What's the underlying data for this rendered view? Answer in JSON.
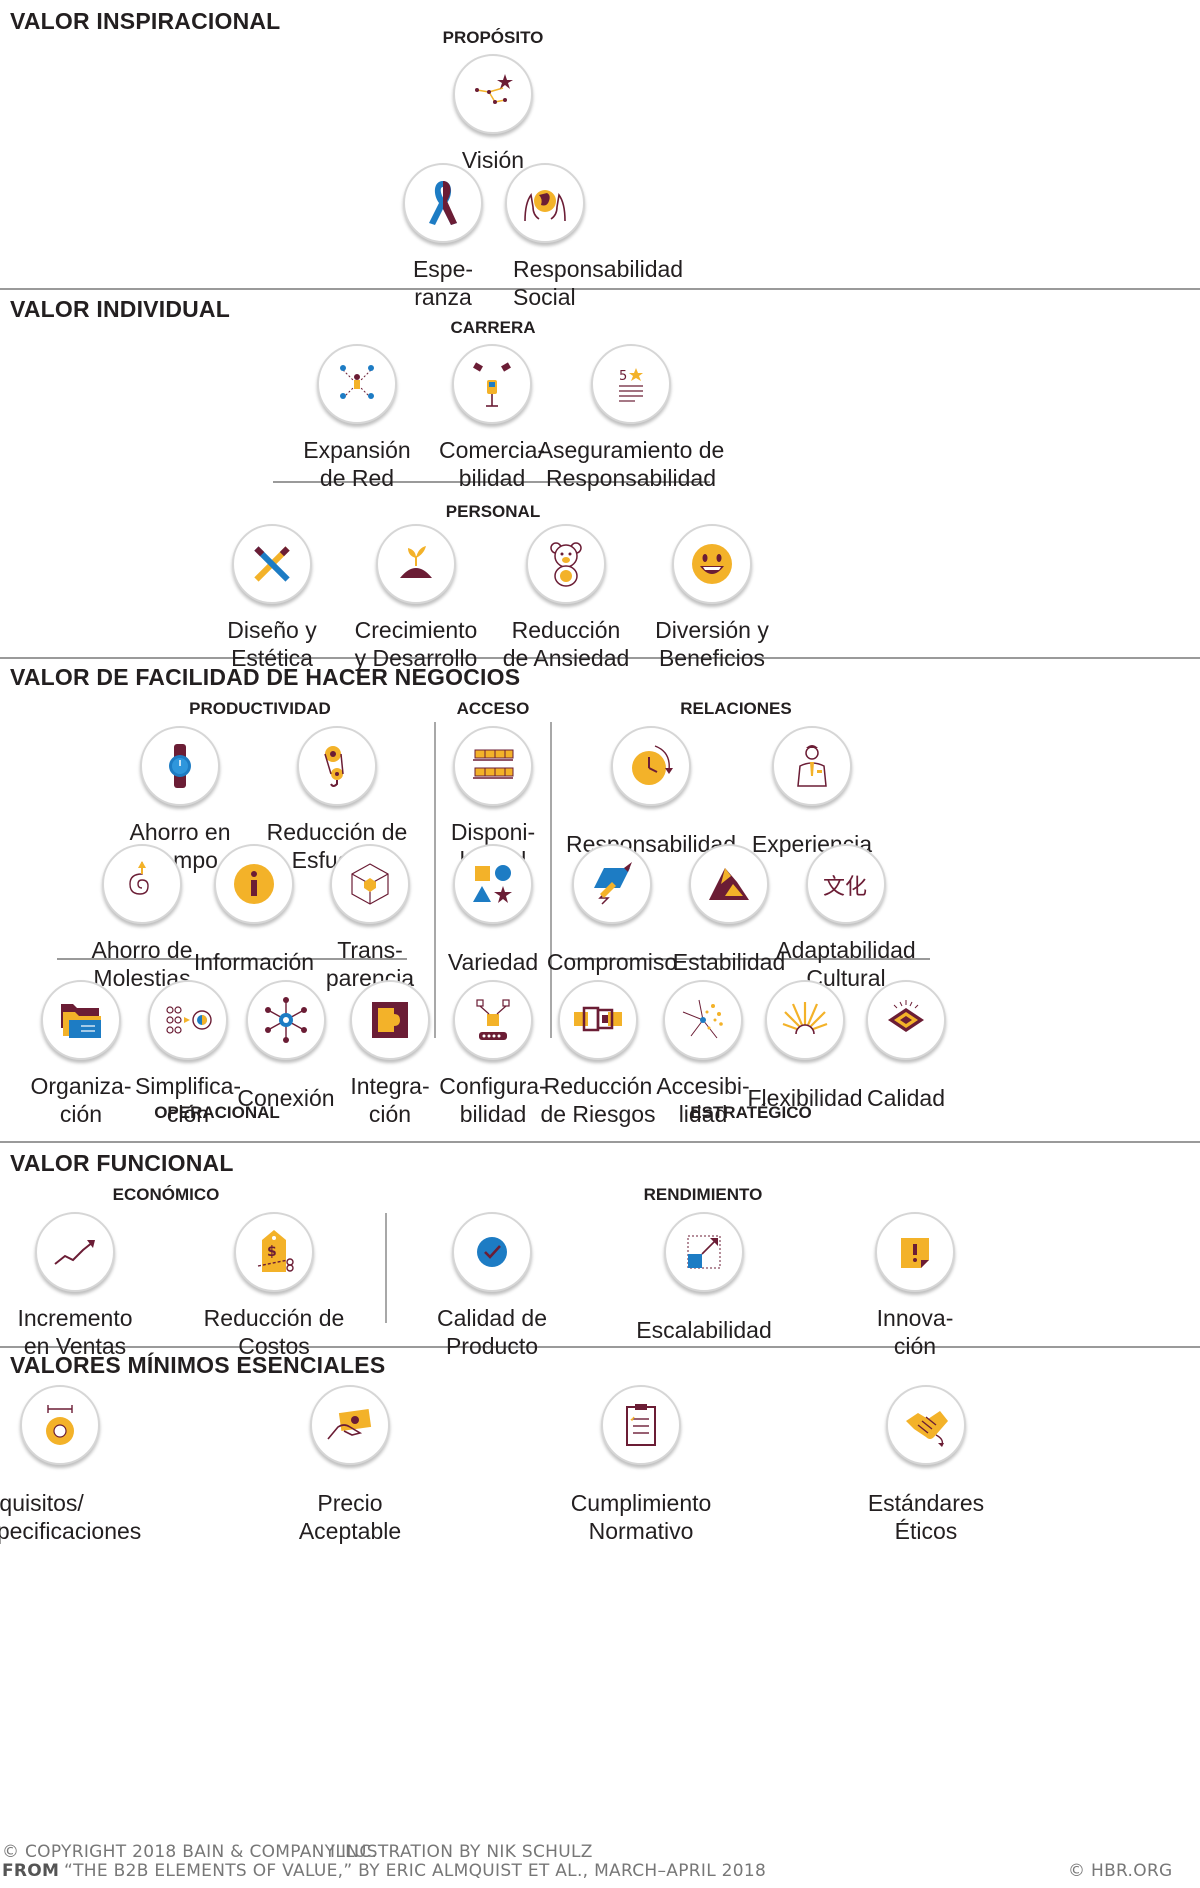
{
  "sections": {
    "inspiracional": "VALOR INSPIRACIONAL",
    "individual": "VALOR INDIVIDUAL",
    "facilidad": "VALOR DE FACILIDAD DE HACER NEGOCIOS",
    "funcional": "VALOR FUNCIONAL",
    "minimos": "VALORES MÍNIMOS ESENCIALES"
  },
  "subheads": {
    "proposito": "PROPÓSITO",
    "carrera": "CARRERA",
    "personal": "PERSONAL",
    "productividad": "PRODUCTIVIDAD",
    "acceso": "ACCESO",
    "relaciones": "RELACIONES",
    "operacional": "OPERACIONAL",
    "estrategico": "ESTRATÉGICO",
    "economico": "ECONÓMICO",
    "rendimiento": "RENDIMIENTO"
  },
  "items": {
    "vision": "Visión",
    "esperanza": "Espe-\nranza",
    "responsabilidad_social": "Responsabilidad\nSocial",
    "expansion_red": "Expansión\nde Red",
    "comerciabilidad": "Comercia-\nbilidad",
    "aseguramiento": "Aseguramiento de\nResponsabilidad",
    "diseno": "Diseño y\nEstética",
    "crecimiento": "Crecimiento\ny Desarrollo",
    "reduccion_ansiedad": "Reducción\nde Ansiedad",
    "diversion": "Diversión y\nBeneficios",
    "ahorro_tiempo": "Ahorro en\nTiempo",
    "reduccion_esfuerzo": "Reducción de\nEsfuerzo",
    "ahorro_molestias": "Ahorro de\nMolestias",
    "informacion": "Información",
    "transparencia": "Trans-\nparencia",
    "disponibilidad": "Disponi-\nbilidad",
    "variedad": "Variedad",
    "responsabilidad": "Responsabilidad",
    "experiencia": "Experiencia",
    "compromiso": "Compromiso",
    "estabilidad": "Estabilidad",
    "adaptabilidad": "Adaptabilidad\nCultural",
    "organizacion": "Organiza-\nción",
    "simplificacion": "Simplifica-\nción",
    "conexion": "Conexión",
    "integracion": "Integra-\nción",
    "configurabilidad": "Configura-\nbilidad",
    "reduccion_riesgos": "Reducción\nde Riesgos",
    "accesibilidad": "Accesibi-\nlidad",
    "flexibilidad": "Flexibilidad",
    "calidad": "Calidad",
    "incremento_ventas": "Incremento\nen Ventas",
    "reduccion_costos": "Reducción de\nCostos",
    "calidad_producto": "Calidad de\nProducto",
    "escalabilidad": "Escalabilidad",
    "innovacion": "Innova-\nción",
    "requisitos": "Requisitos/\nEspecificaciones",
    "precio": "Precio\nAceptable",
    "cumplimiento": "Cumplimiento\nNormativo",
    "estandares": "Estándares\nÉticos"
  },
  "footer": {
    "copyright": "© COPYRIGHT 2018 BAIN & COMPANY INC.",
    "illustration": "ILLUSTRATION BY NIK SCHULZ",
    "from_label": "FROM",
    "source": "“THE B2B ELEMENTS OF VALUE,” BY ERIC ALMQUIST ET AL., MARCH–APRIL 2018",
    "site": "© HBR.ORG"
  },
  "colors": {
    "maroon": "#6b1d35",
    "gold": "#f3b229",
    "blue": "#1d7cc4",
    "rule": "#9a9a9a"
  }
}
